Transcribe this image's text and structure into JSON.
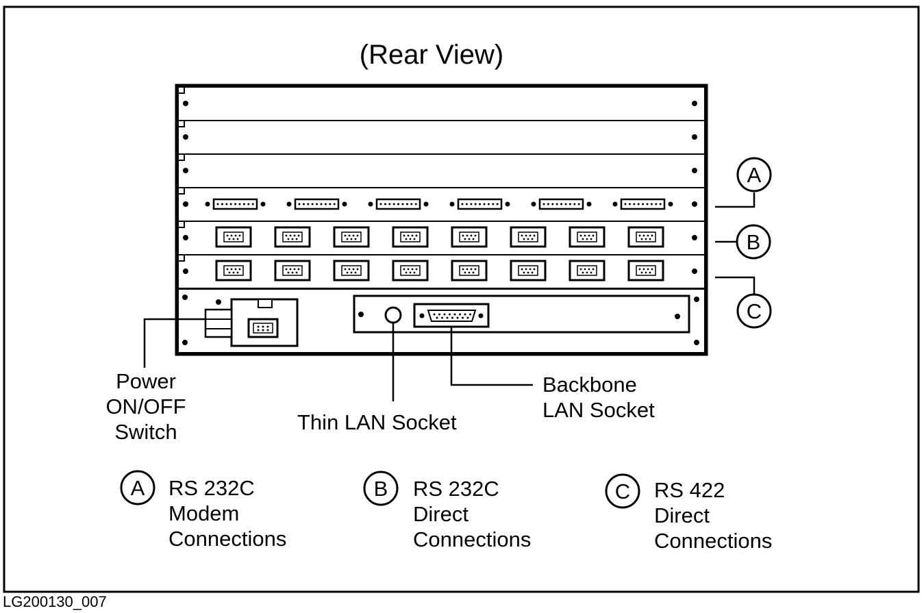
{
  "title": "(Rear View)",
  "figure_id": "LG200130_007",
  "callouts": {
    "a": "A",
    "b": "B",
    "c": "C"
  },
  "labels": {
    "power_switch": [
      "Power",
      "ON/OFF",
      "Switch"
    ],
    "thin_lan": "Thin LAN Socket",
    "backbone_lan": [
      "Backbone",
      "LAN Socket"
    ]
  },
  "legend": [
    {
      "key": "A",
      "lines": [
        "RS 232C",
        "Modem",
        "Connections"
      ]
    },
    {
      "key": "B",
      "lines": [
        "RS 232C",
        "Direct",
        "Connections"
      ]
    },
    {
      "key": "C",
      "lines": [
        "RS 422",
        "Direct",
        "Connections"
      ]
    }
  ],
  "panels": [
    {
      "name": "blank-slot-1",
      "ports": 0
    },
    {
      "name": "blank-slot-2",
      "ports": 0
    },
    {
      "name": "blank-slot-3",
      "ports": 0
    },
    {
      "name": "rs232c-modem-card",
      "ports": 6
    },
    {
      "name": "rs232c-direct-card",
      "ports": 8
    },
    {
      "name": "rs422-direct-card",
      "ports": 8
    }
  ]
}
